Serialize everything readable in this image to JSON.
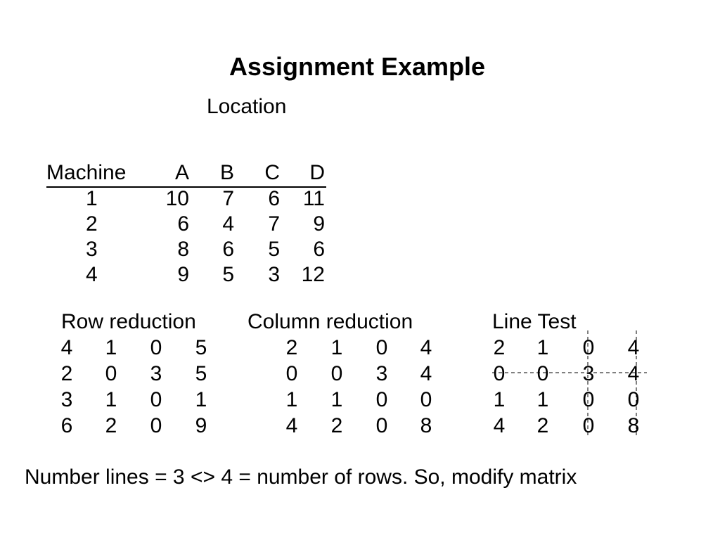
{
  "title": "Assignment Example",
  "location_label": "Location",
  "cost_table": {
    "headers": [
      "Machine",
      "A",
      "B",
      "C",
      "D"
    ],
    "rows": [
      [
        "1",
        "10",
        "7",
        "6",
        "11"
      ],
      [
        "2",
        "6",
        "4",
        "7",
        "9"
      ],
      [
        "3",
        "8",
        "6",
        "5",
        "6"
      ],
      [
        "4",
        "9",
        "5",
        "3",
        "12"
      ]
    ]
  },
  "row_reduction": {
    "label": "Row reduction",
    "rows": [
      [
        "4",
        "1",
        "0",
        "5"
      ],
      [
        "2",
        "0",
        "3",
        "5"
      ],
      [
        "3",
        "1",
        "0",
        "1"
      ],
      [
        "6",
        "2",
        "0",
        "9"
      ]
    ]
  },
  "column_reduction": {
    "label": "Column reduction",
    "rows": [
      [
        "2",
        "1",
        "0",
        "4"
      ],
      [
        "0",
        "0",
        "3",
        "4"
      ],
      [
        "1",
        "1",
        "0",
        "0"
      ],
      [
        "4",
        "2",
        "0",
        "8"
      ]
    ]
  },
  "line_test": {
    "label": "Line Test",
    "rows": [
      [
        "2",
        "1",
        "0",
        "4"
      ],
      [
        "0",
        "0",
        "3",
        "4"
      ],
      [
        "1",
        "1",
        "0",
        "0"
      ],
      [
        "4",
        "2",
        "0",
        "8"
      ]
    ]
  },
  "footer_text": "Number lines = 3 <> 4 = number of rows. So, modify matrix"
}
